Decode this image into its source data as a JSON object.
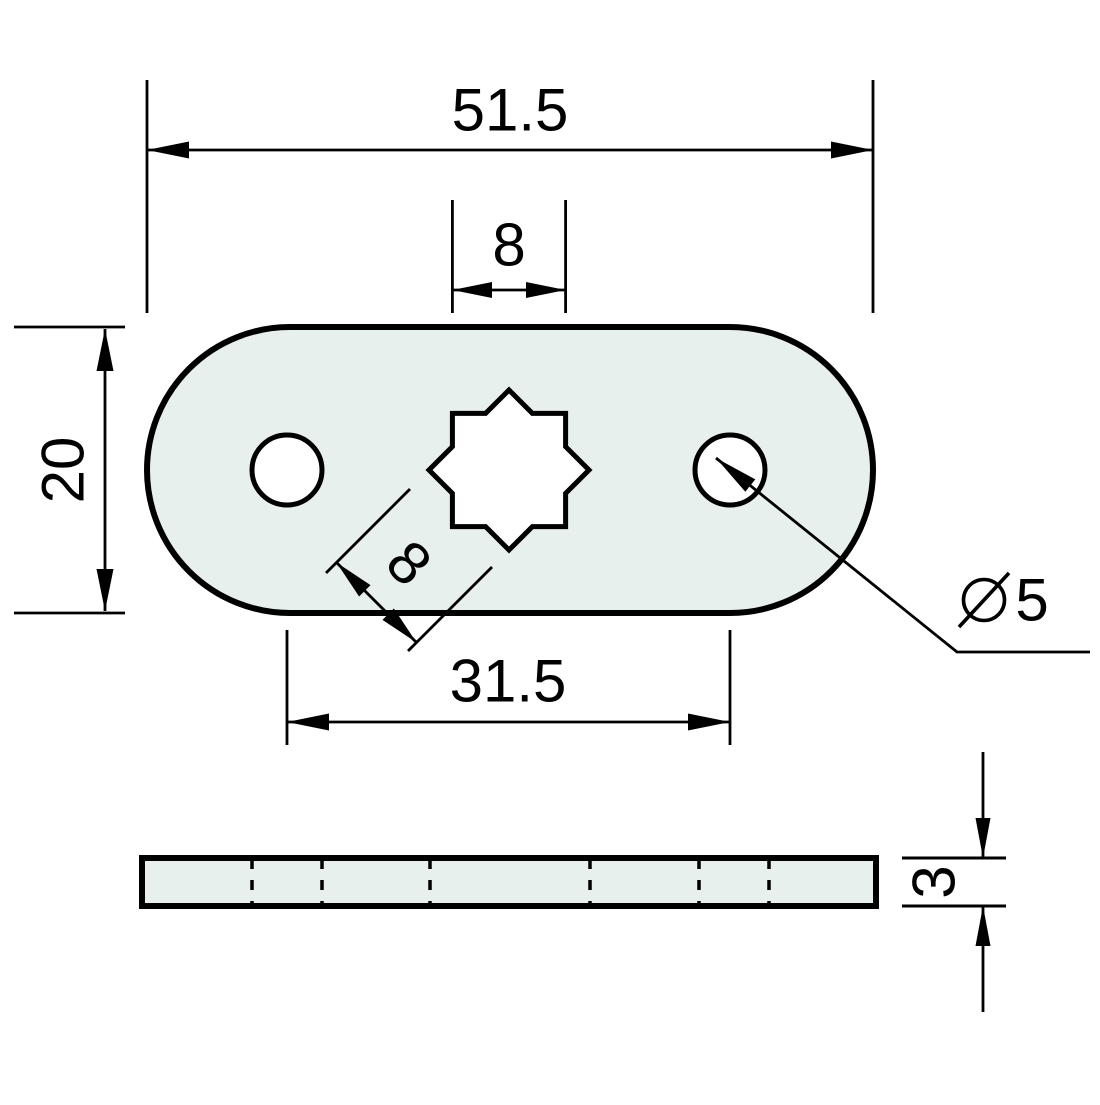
{
  "drawing": {
    "type": "technical-dimension-drawing",
    "part": "oval mounting plate with two round holes and central 8-point star cutout, with side (thickness) view",
    "top_view": {
      "dimensions": {
        "overall_width": "51.5",
        "star_width": "8",
        "plate_height": "20",
        "star_diagonal_width": "8",
        "hole_center_distance": "31.5",
        "hole_diameter_value": "5",
        "hole_diameter_symbol": "diameter-sign"
      }
    },
    "side_view": {
      "dimensions": {
        "thickness": "3"
      }
    }
  },
  "colors": {
    "background": "#ffffff",
    "plate_fill": "#e7f0ed",
    "line_color": "#000000"
  }
}
